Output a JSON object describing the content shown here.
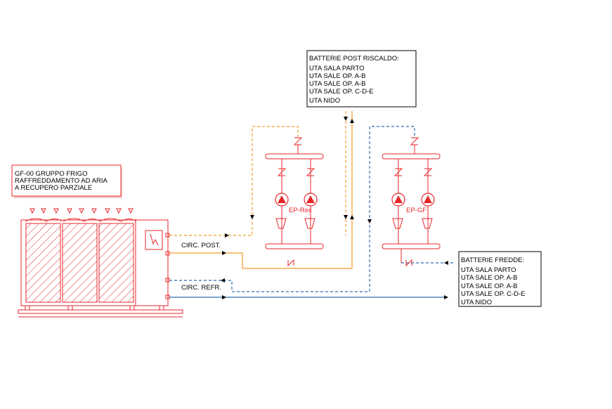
{
  "colors": {
    "equipment": "#e8262a",
    "hot_circuit": "#f59a2b",
    "cold_circuit": "#2f6fb5",
    "text": "#000000"
  },
  "unit_label": [
    "GF-00 GRUPPO FRIGO",
    "RAFFREDDAMENTO AD ARIA",
    "A RECUPERO PARZIALE"
  ],
  "circuits": {
    "post": "CIRC. POST.",
    "refr": "CIRC. REFR."
  },
  "pump_groups": {
    "recovery": "EP-Rec",
    "chiller": "EP-GF"
  },
  "post_heating_box": {
    "title": "BATTERIE POST RISCALDO:",
    "items": [
      "UTA SALA PARTO",
      "UTA SALE OP. A-B",
      "UTA SALE OP. A-B",
      "UTA SALE OP. C-D-E",
      "UTA NIDO"
    ]
  },
  "cold_box": {
    "title": "BATTERIE FREDDE:",
    "items": [
      "UTA SALA PARTO",
      "UTA SALE OP. A-B",
      "UTA SALE OP. A-B",
      "UTA SALE OP. C-D-E",
      "UTA NIDO"
    ]
  }
}
